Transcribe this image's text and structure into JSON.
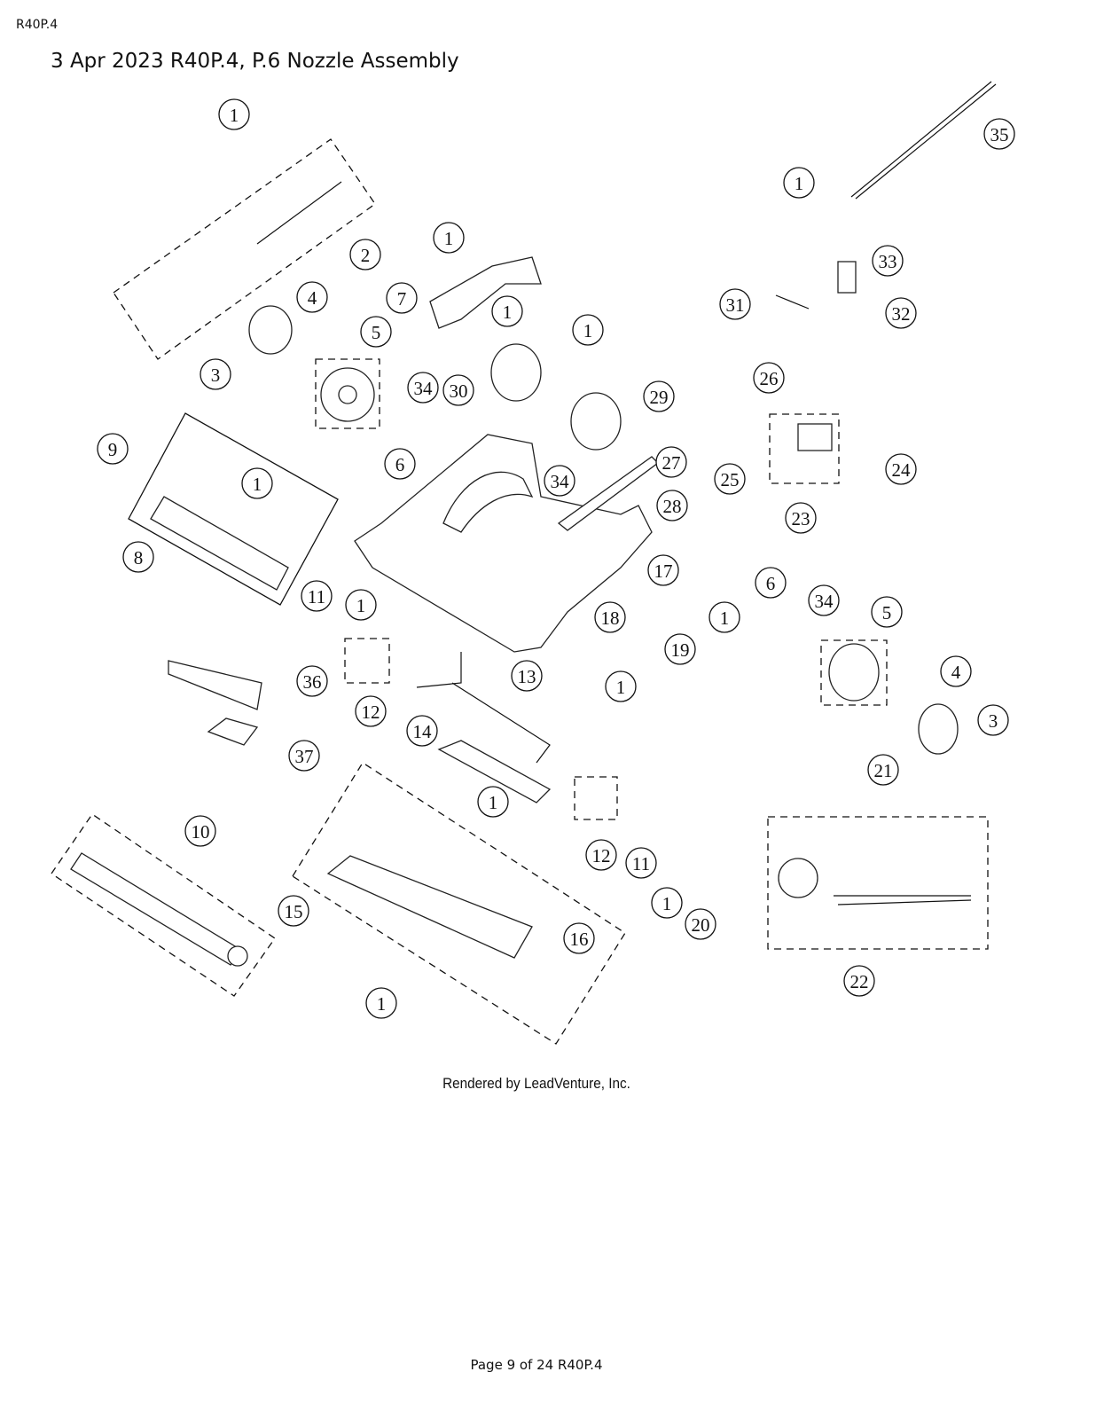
{
  "header": {
    "doc_id": "R40P.4",
    "title": "3 Apr 2023 R40P.4, P.6 Nozzle Assembly"
  },
  "diagram": {
    "callouts": [
      "1",
      "2",
      "3",
      "4",
      "5",
      "7",
      "1",
      "1",
      "34",
      "30",
      "6",
      "1",
      "29",
      "27",
      "28",
      "34",
      "17",
      "9",
      "1",
      "8",
      "11",
      "1",
      "18",
      "1",
      "13",
      "36",
      "12",
      "37",
      "14",
      "1",
      "12",
      "11",
      "10",
      "15",
      "16",
      "1",
      "1",
      "20",
      "22",
      "21",
      "3",
      "4",
      "5",
      "34",
      "6",
      "1",
      "19",
      "23",
      "24",
      "25",
      "26",
      "31",
      "32",
      "33",
      "1",
      "35"
    ]
  },
  "credit": "Rendered by LeadVenture, Inc.",
  "footer": {
    "page": "Page 9 of 24 R40P.4"
  }
}
